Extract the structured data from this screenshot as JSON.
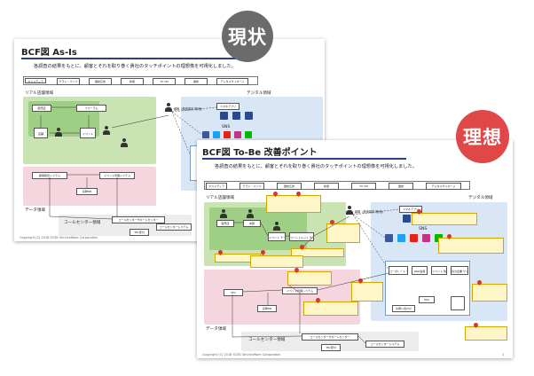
{
  "badges": {
    "current": {
      "label": "現状",
      "color": "#6b6b6b"
    },
    "ideal": {
      "label": "理想",
      "color": "#e04848"
    }
  },
  "asis": {
    "title": "BCF図  As-Is",
    "description": "各調査の結果をもとに、顧客とそれを取り巻く貴社のタッチポイントの理想像を可視化しました。",
    "mass_media_label": "マスメディア",
    "media": [
      "チラシ・パンフ",
      "雑誌広告",
      "新聞",
      "TV CM",
      "雑誌",
      "デジタルサイネージ"
    ],
    "real_store_label": "リアル店舗領域",
    "digital_label": "デジタル領域",
    "data_label": "データ領域",
    "callcenter_label": "コールセンター領域",
    "customer_label": "顧客（検索端末 等/他）",
    "smartphone_label": "スマホアプリ",
    "sns_label": "SNS",
    "store_labels": [
      "販売店",
      "フォーラム",
      "店舗",
      "イベント"
    ],
    "system_labels": [
      "顧客統合システム",
      "イベント管理システム",
      "基幹DB"
    ],
    "callcenter_items": [
      "コールセンターサポートセンター",
      "コールセンターシステム",
      "TEL受付"
    ],
    "footer": "Copyright (C) 2018 SCSK ServiceWare Corporation"
  },
  "tobe": {
    "title": "BCF図  To-Be  改善ポイント",
    "description": "各調査の結果をもとに、顧客とそれを取り巻く貴社のタッチポイントの理想像を可視化しました。",
    "mass_media_label": "マスメディア",
    "media": [
      "チラシ・パンフ",
      "雑誌広告",
      "新聞",
      "TV CM",
      "雑誌",
      "デジタルサイネージ"
    ],
    "real_store_label": "リアル店舗領域",
    "digital_label": "デジタル領域",
    "data_label": "データ領域",
    "callcenter_label": "コールセンター領域",
    "customer_label": "顧客（検索端末 等/他）",
    "smartphone_label": "スマホアプリ",
    "sns_label": "SNS",
    "store_labels": [
      "販売店",
      "本部",
      "イベント\nチーム",
      "コンシェルジュ\nサービス"
    ],
    "system_labels": [
      "SFA",
      "イベント管理システム",
      "基幹DB"
    ],
    "web_labels": [
      "コーポレート\nサイト",
      "Web会員",
      "イベント\n情報",
      "協力企業\nサイト",
      "FAQ",
      "お問い合わせ"
    ],
    "callcenter_items": [
      "コールセンターサポートセンター",
      "コールセンターシステム",
      "TEL受付"
    ],
    "footer": "Copyright (C) 2018 SCSK ServiceWare Corporation",
    "page_number": "1"
  }
}
